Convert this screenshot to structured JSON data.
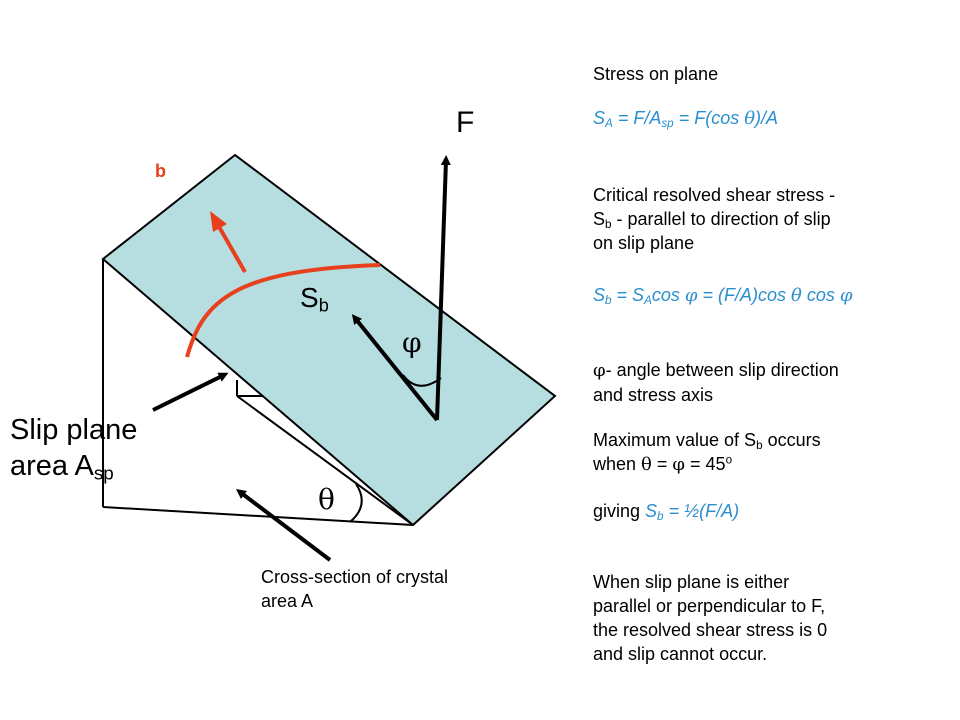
{
  "diagram": {
    "force_label": "F",
    "shear_label_main": "S",
    "shear_label_sub": "b",
    "slip_direction_label": "b",
    "phi_symbol": "φ",
    "theta_symbol": "θ",
    "slip_plane_label_line1": "Slip plane",
    "slip_plane_label_line2_main": "area A",
    "slip_plane_label_line2_sub": "sp",
    "cross_section_label_line1": "Cross-section of crystal",
    "cross_section_label_line2": "area A",
    "colors": {
      "slip_plane_fill": "#b6dde0",
      "slip_curve": "#e8401c",
      "lines": "#000000",
      "accent_text": "#2a8fd0"
    }
  },
  "text": {
    "stress_on_plane_title": "Stress on plane",
    "eq1": {
      "s": "S",
      "s_sub": "A",
      "mid": " = F/A",
      "a_sub": "sp",
      "rest": " = F(cos ",
      "theta": "θ",
      "end": ")/A"
    },
    "crss": {
      "line1": "Critical resolved shear stress -",
      "s": "S",
      "s_sub": "b",
      "line2_rest": " - parallel to direction of slip",
      "line3": "on slip plane"
    },
    "eq2": {
      "s": "S",
      "s_sub": "b",
      "eq": " = S",
      "a_sub": "A",
      "cos1": "cos ",
      "phi1": "φ",
      "mid": " = (F/A)cos ",
      "theta": "θ",
      "cos2": " cos ",
      "phi2": "φ"
    },
    "phi_def": {
      "phi": "φ",
      "line1": "- angle between slip direction",
      "line2": "and stress axis"
    },
    "max": {
      "line1_pre": "Maximum value of S",
      "s_sub": "b",
      "line1_post": " occurs",
      "line2_pre": "when ",
      "theta": "θ",
      "eq1": " = ",
      "phi": "φ",
      "eq2": " = 45",
      "deg": "o"
    },
    "giving": {
      "pre": "giving ",
      "s": "S",
      "s_sub": "b",
      "post": " = ½(F/A)"
    },
    "when_slip": {
      "line1": "When slip plane is either",
      "line2": "parallel or perpendicular to F,",
      "line3": "the resolved shear stress is 0",
      "line4": "and slip cannot occur."
    }
  }
}
